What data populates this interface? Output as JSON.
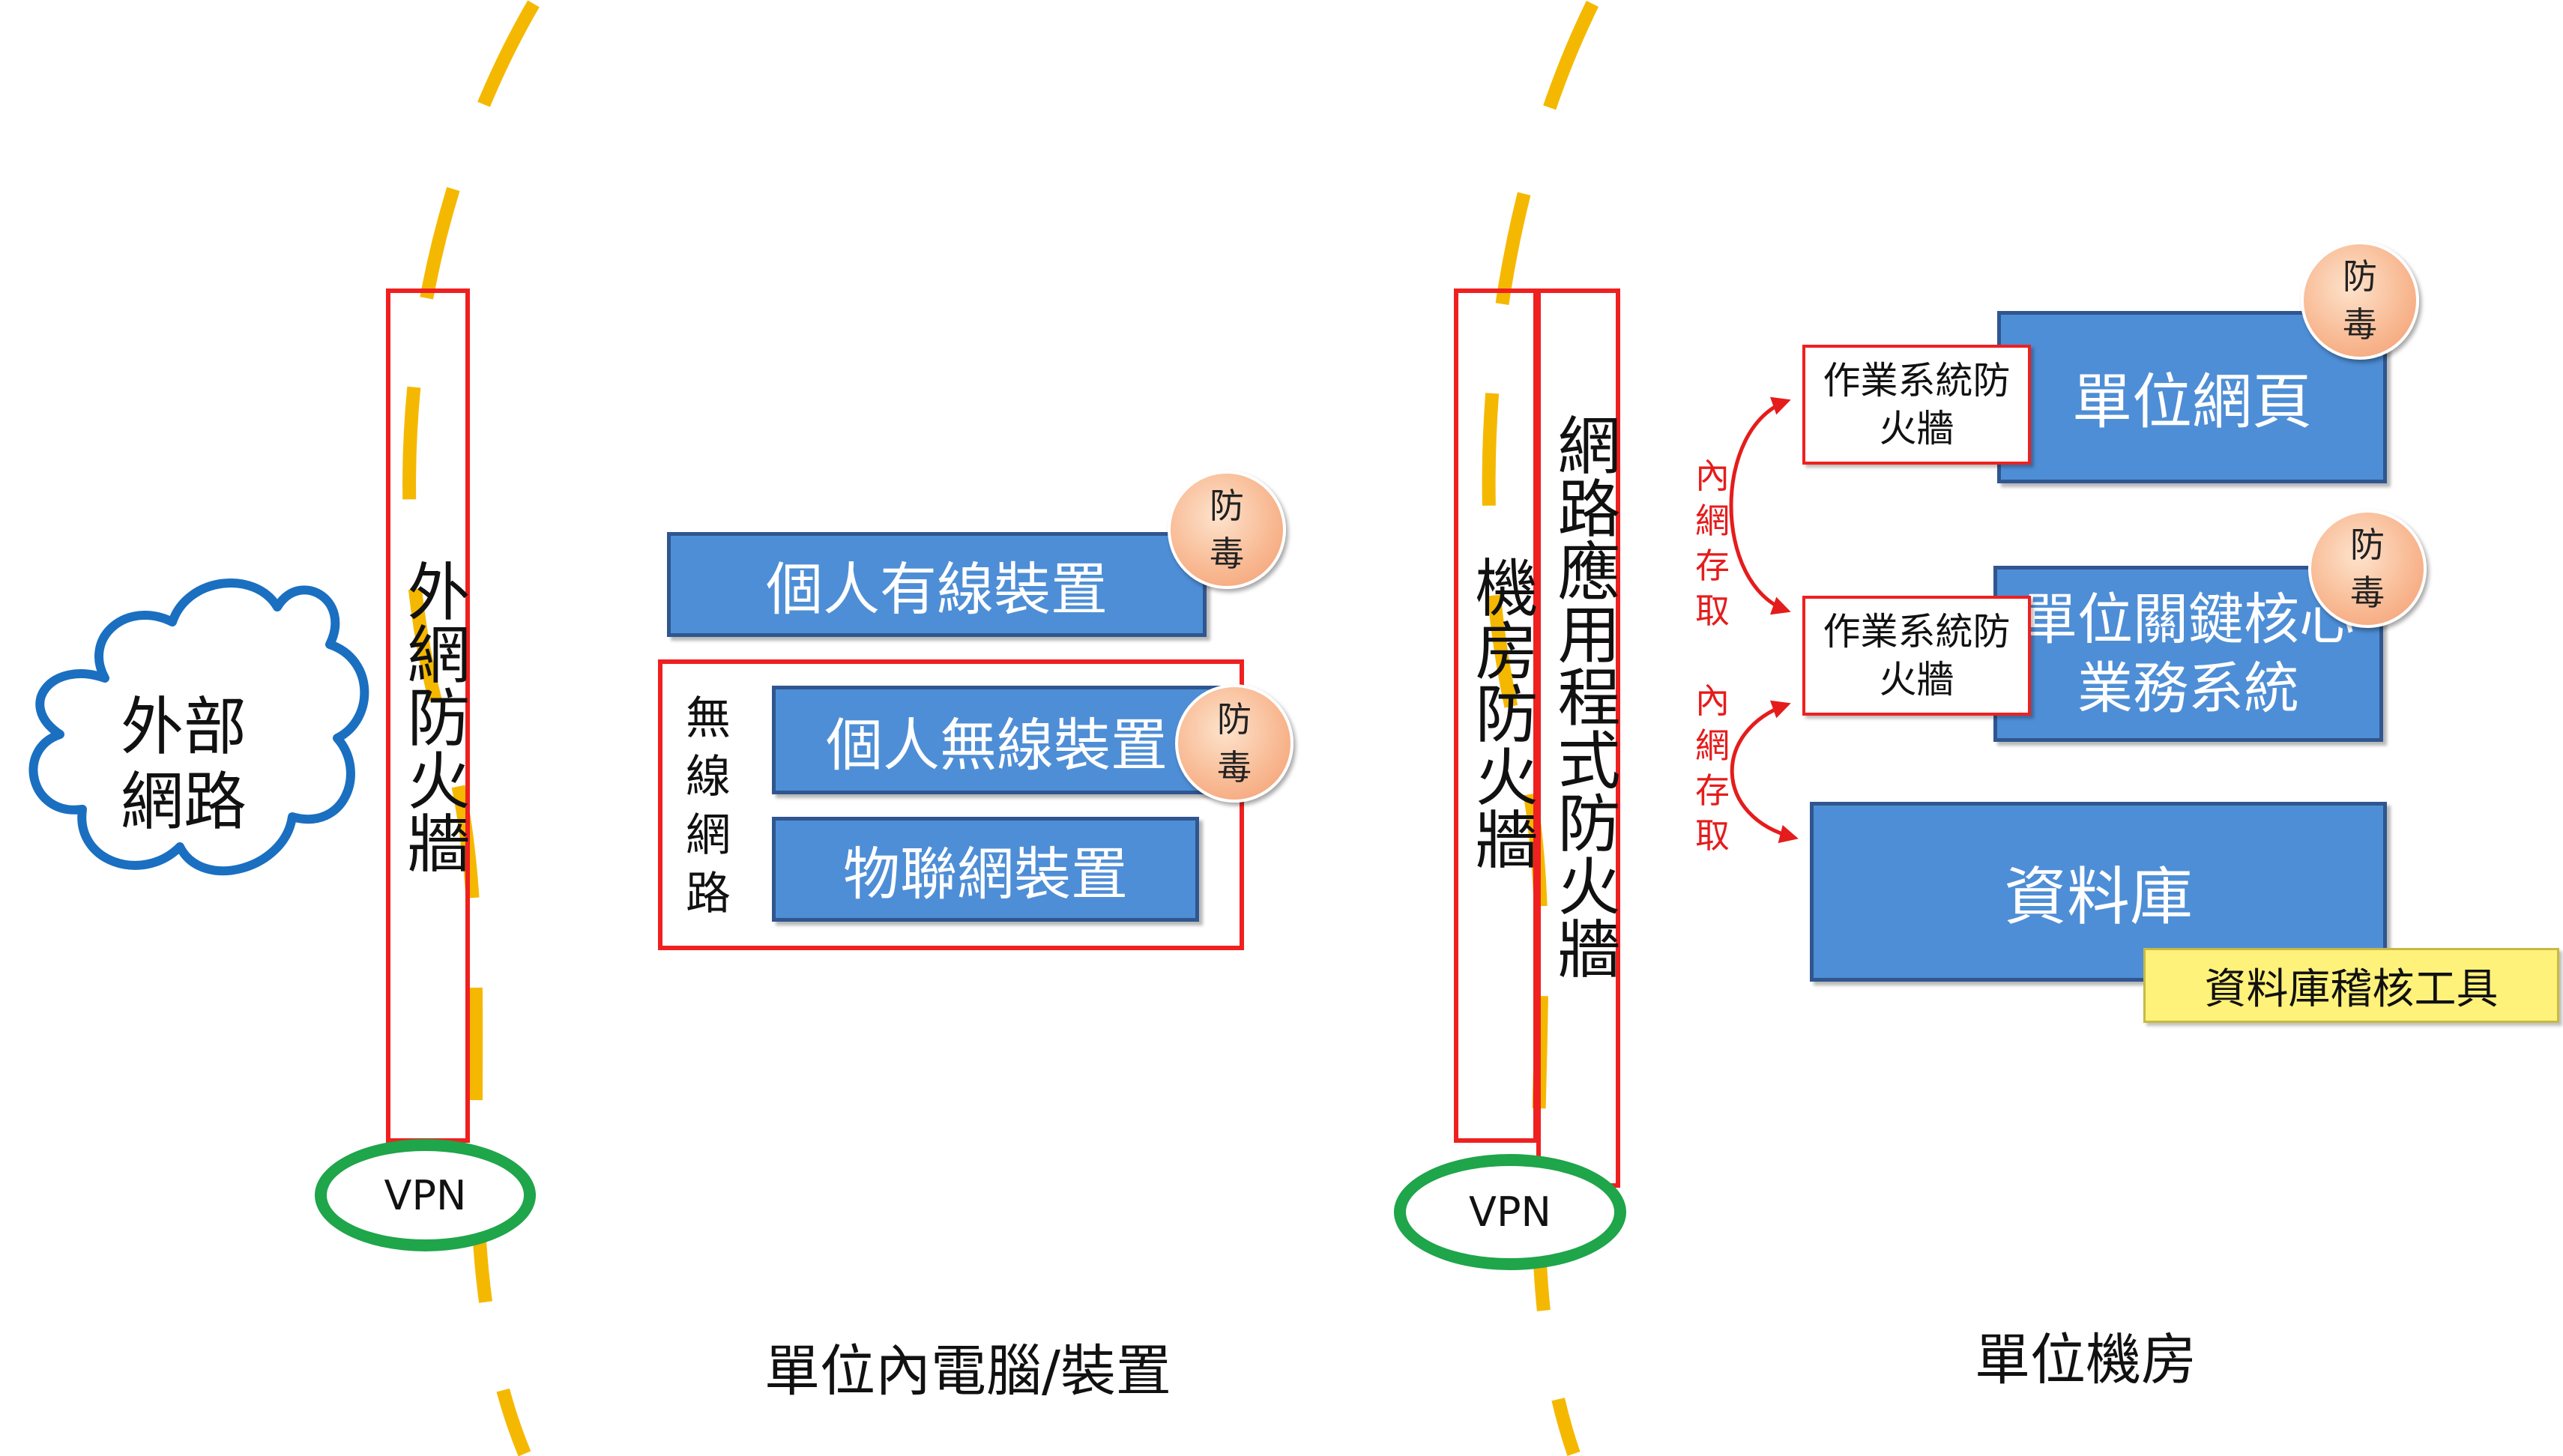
{
  "external": {
    "cloud_label": "外部網路",
    "firewall_label": "外網防火牆",
    "vpn_label": "VPN"
  },
  "unit_devices": {
    "wired_device": "個人有線裝置",
    "wireless_group_label": "無線網路",
    "wireless_device": "個人無線裝置",
    "iot_device": "物聯網裝置",
    "antivirus_label": "防毒",
    "caption": "單位內電腦/裝置"
  },
  "data_center": {
    "room_firewall_label": "機房防火牆",
    "app_firewall_label": "網路應用程式防火牆",
    "vpn_label": "VPN",
    "os_firewall_label": "作業系統防火牆",
    "web_page": "單位網頁",
    "core_system": "單位關鍵核心業務系統",
    "database": "資料庫",
    "db_audit_tool": "資料庫稽核工具",
    "internal_access_label": "內網存取",
    "antivirus_label": "防毒",
    "caption": "單位機房"
  },
  "colors": {
    "firewall_border": "#ef2020",
    "box_fill": "#4e8ed6",
    "vpn_ring": "#1fa54a",
    "zone_boundary": "#f5b800",
    "cloud_outline": "#1a6fc0",
    "antivirus_badge": "#f8b790",
    "audit_tool_fill": "#fff27a"
  }
}
